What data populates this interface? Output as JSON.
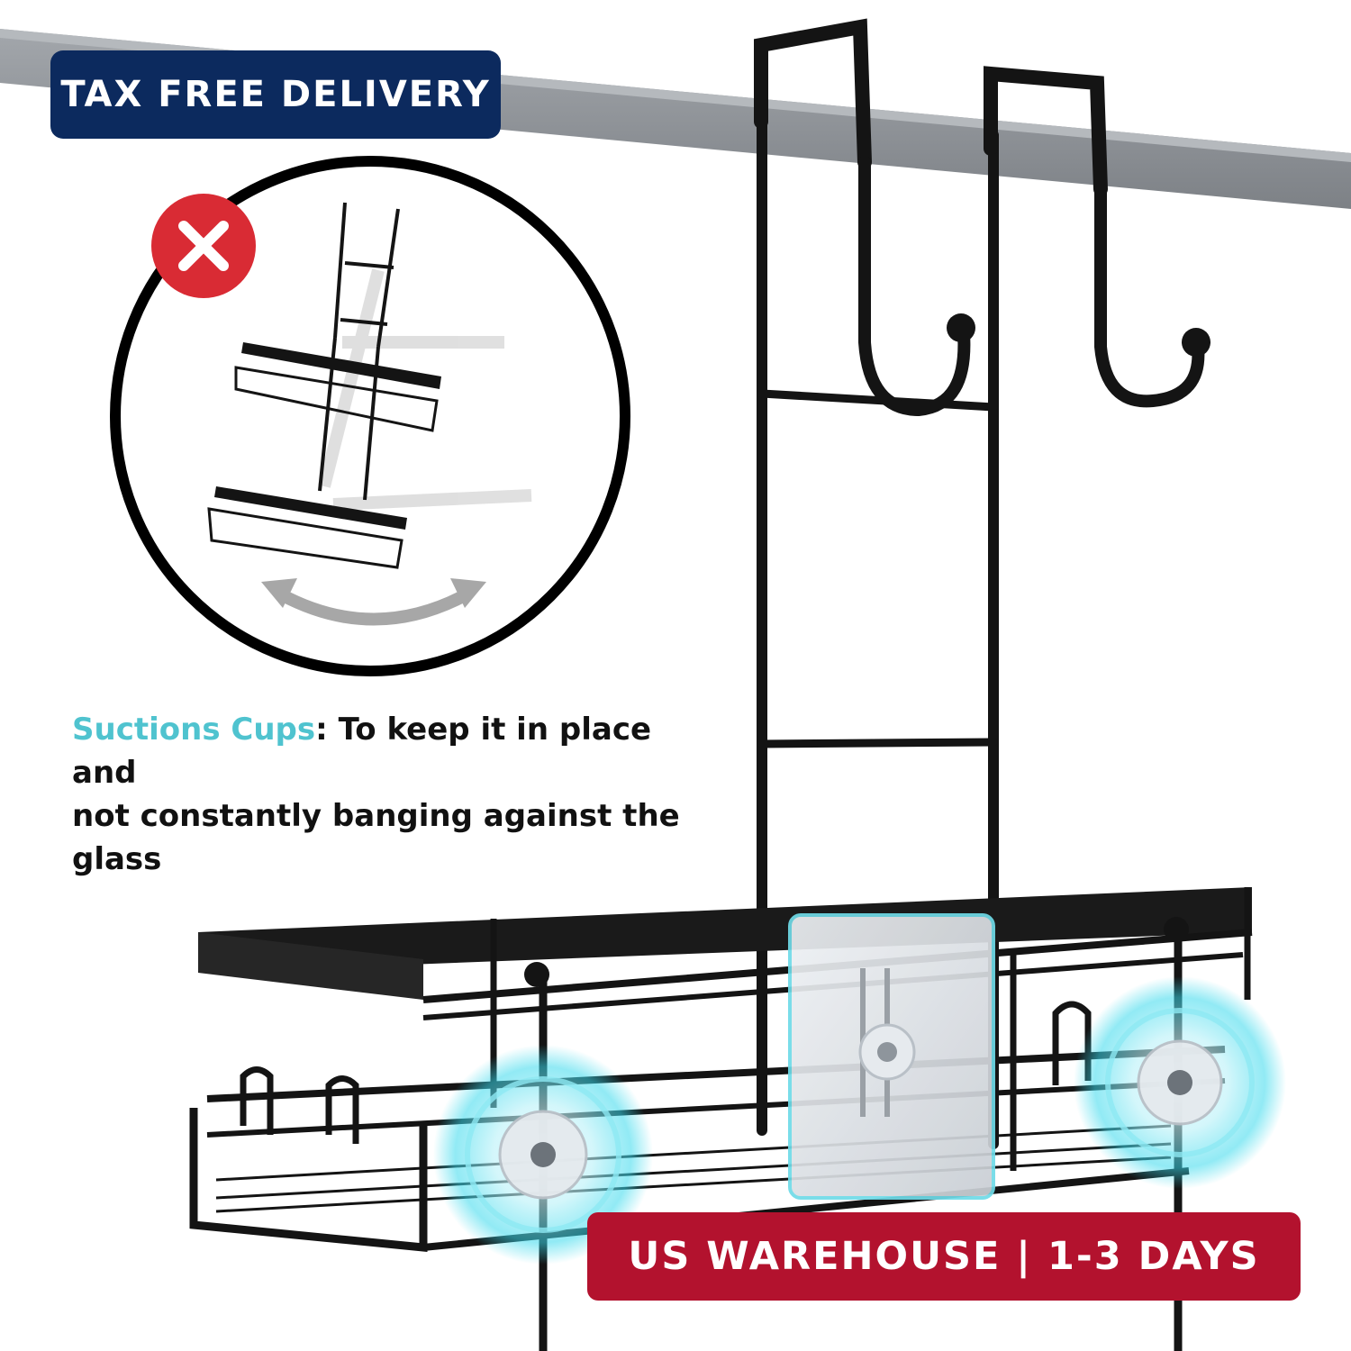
{
  "badges": {
    "top_left": "TAX FREE DELIVERY",
    "bottom_right": "US WAREHOUSE | 1-3 DAYS"
  },
  "caption": {
    "highlight": "Suctions Cups",
    "separator": ":",
    "line1": "To keep it in place and",
    "line2": "not constantly banging against the glass"
  },
  "icons": {
    "no_mark": "red-x-icon",
    "swing_arrow": "double-arrow-icon"
  },
  "colors": {
    "navy_badge": "#0c2a5e",
    "red_badge": "#b3122e",
    "teal_highlight": "#4fc3cf",
    "red_x": "#d92b34",
    "rack_black": "#141414",
    "bar_grey": "#8e9297",
    "suction_glow": "#38d9ec"
  }
}
